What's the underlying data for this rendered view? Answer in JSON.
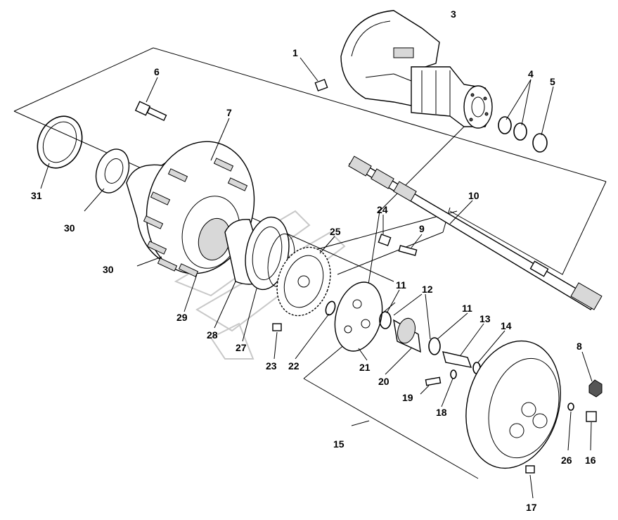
{
  "labels": [
    {
      "id": "1",
      "text": "1"
    },
    {
      "id": "3",
      "text": "3"
    },
    {
      "id": "4",
      "text": "4"
    },
    {
      "id": "5",
      "text": "5"
    },
    {
      "id": "6",
      "text": "6"
    },
    {
      "id": "7",
      "text": "7"
    },
    {
      "id": "8",
      "text": "8"
    },
    {
      "id": "9",
      "text": "9"
    },
    {
      "id": "10",
      "text": "10"
    },
    {
      "id": "11a",
      "text": "11"
    },
    {
      "id": "11b",
      "text": "11"
    },
    {
      "id": "12",
      "text": "12"
    },
    {
      "id": "13",
      "text": "13"
    },
    {
      "id": "14",
      "text": "14"
    },
    {
      "id": "15",
      "text": "15"
    },
    {
      "id": "16",
      "text": "16"
    },
    {
      "id": "17",
      "text": "17"
    },
    {
      "id": "18",
      "text": "18"
    },
    {
      "id": "19",
      "text": "19"
    },
    {
      "id": "20",
      "text": "20"
    },
    {
      "id": "21",
      "text": "21"
    },
    {
      "id": "22",
      "text": "22"
    },
    {
      "id": "23",
      "text": "23"
    },
    {
      "id": "24",
      "text": "24"
    },
    {
      "id": "25",
      "text": "25"
    },
    {
      "id": "26",
      "text": "26"
    },
    {
      "id": "27",
      "text": "27"
    },
    {
      "id": "28",
      "text": "28"
    },
    {
      "id": "29",
      "text": "29"
    },
    {
      "id": "30a",
      "text": "30"
    },
    {
      "id": "30b",
      "text": "30"
    },
    {
      "id": "31",
      "text": "31"
    }
  ]
}
